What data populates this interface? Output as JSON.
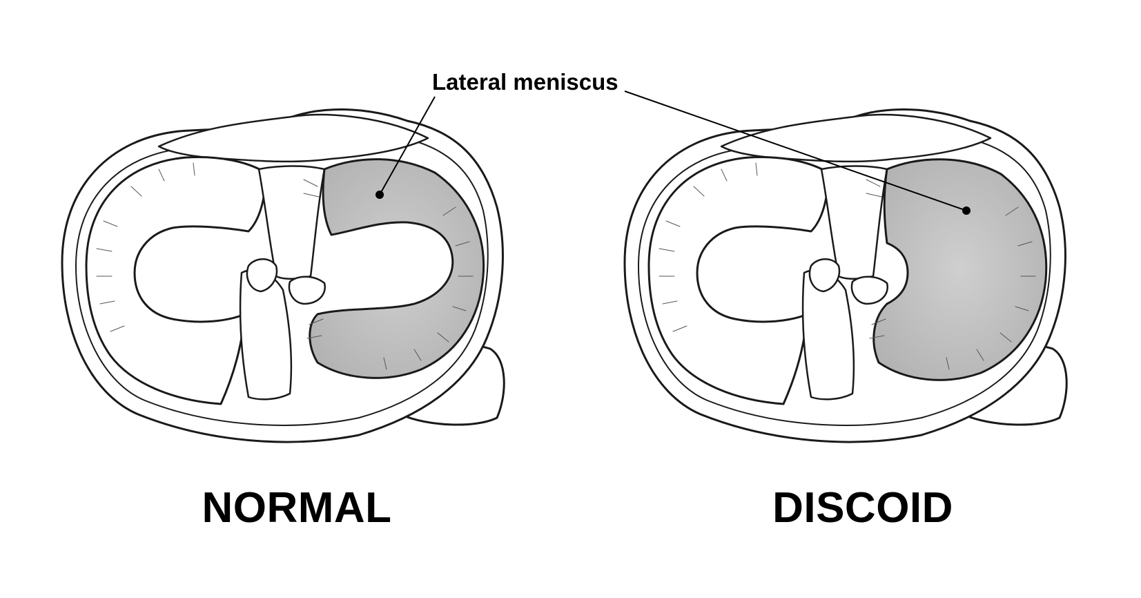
{
  "callout": {
    "label": "Lateral meniscus"
  },
  "panels": [
    {
      "label": "NORMAL"
    },
    {
      "label": "DISCOID"
    }
  ],
  "colors": {
    "outline": "#1a1a1a",
    "meniscus_fill": "#c2c2c2",
    "meniscus_shadow": "#a9a9a9",
    "bone_fill": "#ffffff",
    "text": "#000000"
  }
}
